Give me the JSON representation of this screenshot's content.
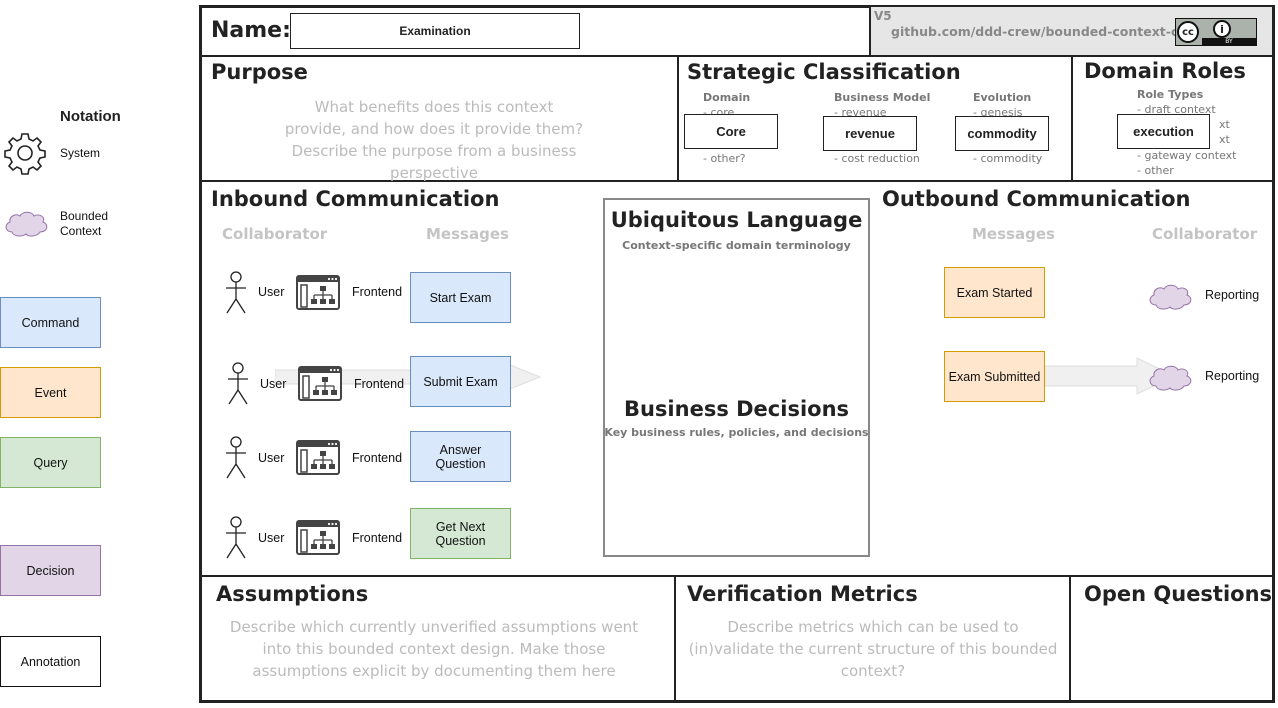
{
  "notation": {
    "title": "Notation",
    "system_label": "System",
    "bounded_context_label": "Bounded\nContext",
    "command": "Command",
    "event": "Event",
    "query": "Query",
    "decision": "Decision",
    "annotation": "Annotation"
  },
  "header": {
    "name_label": "Name:",
    "name_value": "Examination",
    "version": "V5",
    "repo": "github.com/ddd-crew/bounded-context-canvas",
    "license_by": "BY"
  },
  "purpose": {
    "title": "Purpose",
    "hint": "What benefits does this context provide, and how does it provide them? Describe the purpose from a business perspective"
  },
  "strategic": {
    "title": "Strategic Classification",
    "domain": {
      "head": "Domain",
      "top": "- core",
      "value": "Core",
      "bottom": "- other?"
    },
    "business_model": {
      "head": "Business Model",
      "top": "- revenue",
      "value": "revenue",
      "bottom": "- cost reduction"
    },
    "evolution": {
      "head": "Evolution",
      "top": "- genesis",
      "value": "commodity",
      "bottom": "- commodity"
    }
  },
  "domain_roles": {
    "title": "Domain Roles",
    "head": "Role Types",
    "items": [
      "- draft context",
      "xt",
      "xt",
      "- gateway context",
      "- other"
    ],
    "value": "execution"
  },
  "inbound": {
    "title": "Inbound Communication",
    "col_collaborator": "Collaborator",
    "col_messages": "Messages",
    "rows": [
      {
        "user": "User",
        "system": "Frontend",
        "message": "Start Exam",
        "kind": "command"
      },
      {
        "user": "User",
        "system": "Frontend",
        "message": "Submit Exam",
        "kind": "command"
      },
      {
        "user": "User",
        "system": "Frontend",
        "message": "Answer Question",
        "kind": "command"
      },
      {
        "user": "User",
        "system": "Frontend",
        "message": "Get Next Question",
        "kind": "query"
      }
    ]
  },
  "ubiquitous": {
    "title": "Ubiquitous Language",
    "subtitle": "Context-specific domain terminology",
    "decisions_title": "Business Decisions",
    "decisions_subtitle": "Key business rules, policies, and decisions"
  },
  "outbound": {
    "title": "Outbound Communication",
    "col_messages": "Messages",
    "col_collaborator": "Collaborator",
    "rows": [
      {
        "message": "Exam Started",
        "collaborator": "Reporting"
      },
      {
        "message": "Exam Submitted",
        "collaborator": "Reporting"
      }
    ]
  },
  "assumptions": {
    "title": "Assumptions",
    "hint": "Describe which currently unverified assumptions went into this bounded context design. Make those assumptions explicit by documenting them here"
  },
  "verification": {
    "title": "Verification Metrics",
    "hint": "Describe metrics which can be used to (in)validate the current structure of this bounded context?"
  },
  "open_questions": {
    "title": "Open Questions"
  },
  "colors": {
    "command_fill": "#dae8fc",
    "command_border": "#6c8ebf",
    "event_fill": "#ffe6cc",
    "event_border": "#d79b00",
    "query_fill": "#d5e8d4",
    "query_border": "#82b366",
    "decision_fill": "#e1d5e7",
    "decision_border": "#9673a6"
  }
}
